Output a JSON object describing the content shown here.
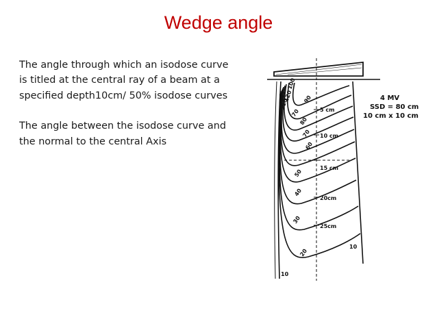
{
  "slide": {
    "title": "Wedge angle",
    "paragraphs": [
      "The angle through which an isodose curve is titled at the central ray of a beam at a specified depth10cm/ 50% isodose curves",
      "The angle between the isodose curve and the normal to the central Axis"
    ]
  },
  "figure": {
    "beam_info": [
      "4 MV",
      "SSD = 80 cm",
      "10 cm x 10 cm"
    ],
    "depth_labels": [
      "5 cm",
      "10 cm",
      "15 cm",
      "20cm",
      "25cm"
    ],
    "isodose_labels": [
      "100",
      "120",
      "110",
      "70",
      "90",
      "80",
      "70",
      "60",
      "50",
      "40",
      "30",
      "20",
      "10",
      "10"
    ],
    "colors": {
      "title": "#c00000",
      "text": "#1a1a1a",
      "lines": "#111111"
    }
  }
}
